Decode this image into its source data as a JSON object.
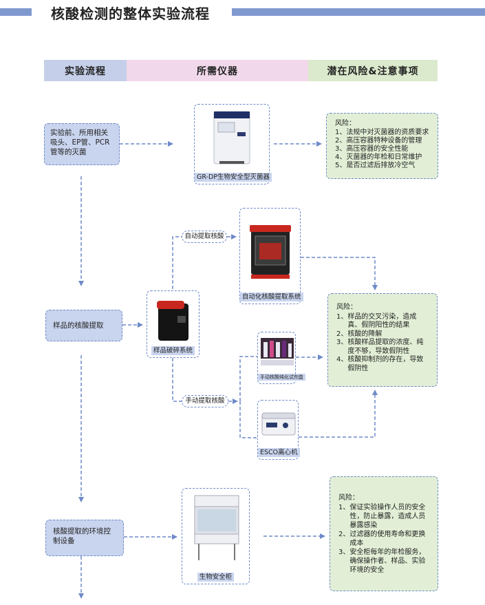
{
  "header": {
    "title": "核酸检测的整体实验流程"
  },
  "columns": [
    "实验流程",
    "所需仪器",
    "潜在风险&注意事项"
  ],
  "colors": {
    "blue_header": "#c5cfe9",
    "pink_header": "#f1d8ea",
    "green_header": "#dbe9cc",
    "accent": "#7f99cf"
  },
  "steps": [
    "实验前、所用相关吸头、EP管、PCR管等的灭菌",
    "样品的核酸提取",
    "核酸提取的环境控制设备"
  ],
  "devices": {
    "sterilizer": "GR-DP生物安全型灭菌器",
    "auto_extractor": "自动化核酸提取系统",
    "homogenizer": "样品破碎系统",
    "manual_kit": "手动核酸纯化试剂盒",
    "centrifuge": "ESCO离心机",
    "cabinet": "生物安全柜"
  },
  "branches": {
    "auto": "自动提取核酸",
    "manual": "手动提取核酸"
  },
  "risks": [
    {
      "title": "风险：",
      "items": [
        {
          "n": "1、",
          "t": "法规中对灭菌器的资质要求"
        },
        {
          "n": "2、",
          "t": "高压容器特种设备的管理"
        },
        {
          "n": "3、",
          "t": "高压容器的安全性能"
        },
        {
          "n": "4、",
          "t": "灭菌器的年检和日常维护"
        },
        {
          "n": "5、",
          "t": "是否过滤后排放冷空气"
        }
      ]
    },
    {
      "title": "风险：",
      "items": [
        {
          "n": "1、",
          "t": "样品的交叉污染，造成真、假阴阳性的结果"
        },
        {
          "n": "2、",
          "t": "核酸的降解"
        },
        {
          "n": "3、",
          "t": "核酸样品提取的浓度、纯度不够，导致假阴性"
        },
        {
          "n": "4、",
          "t": "核酸抑制剂的存在，导致假阴性"
        }
      ]
    },
    {
      "title": "风险：",
      "items": [
        {
          "n": "1、",
          "t": "保证实验操作人员的安全性，防止暴露，造成人员暴露感染"
        },
        {
          "n": "2、",
          "t": "过滤器的使用寿命和更换成本"
        },
        {
          "n": "3、",
          "t": "安全柜每年的年检服务，确保操作者、样品、实验环境的安全"
        }
      ]
    }
  ]
}
